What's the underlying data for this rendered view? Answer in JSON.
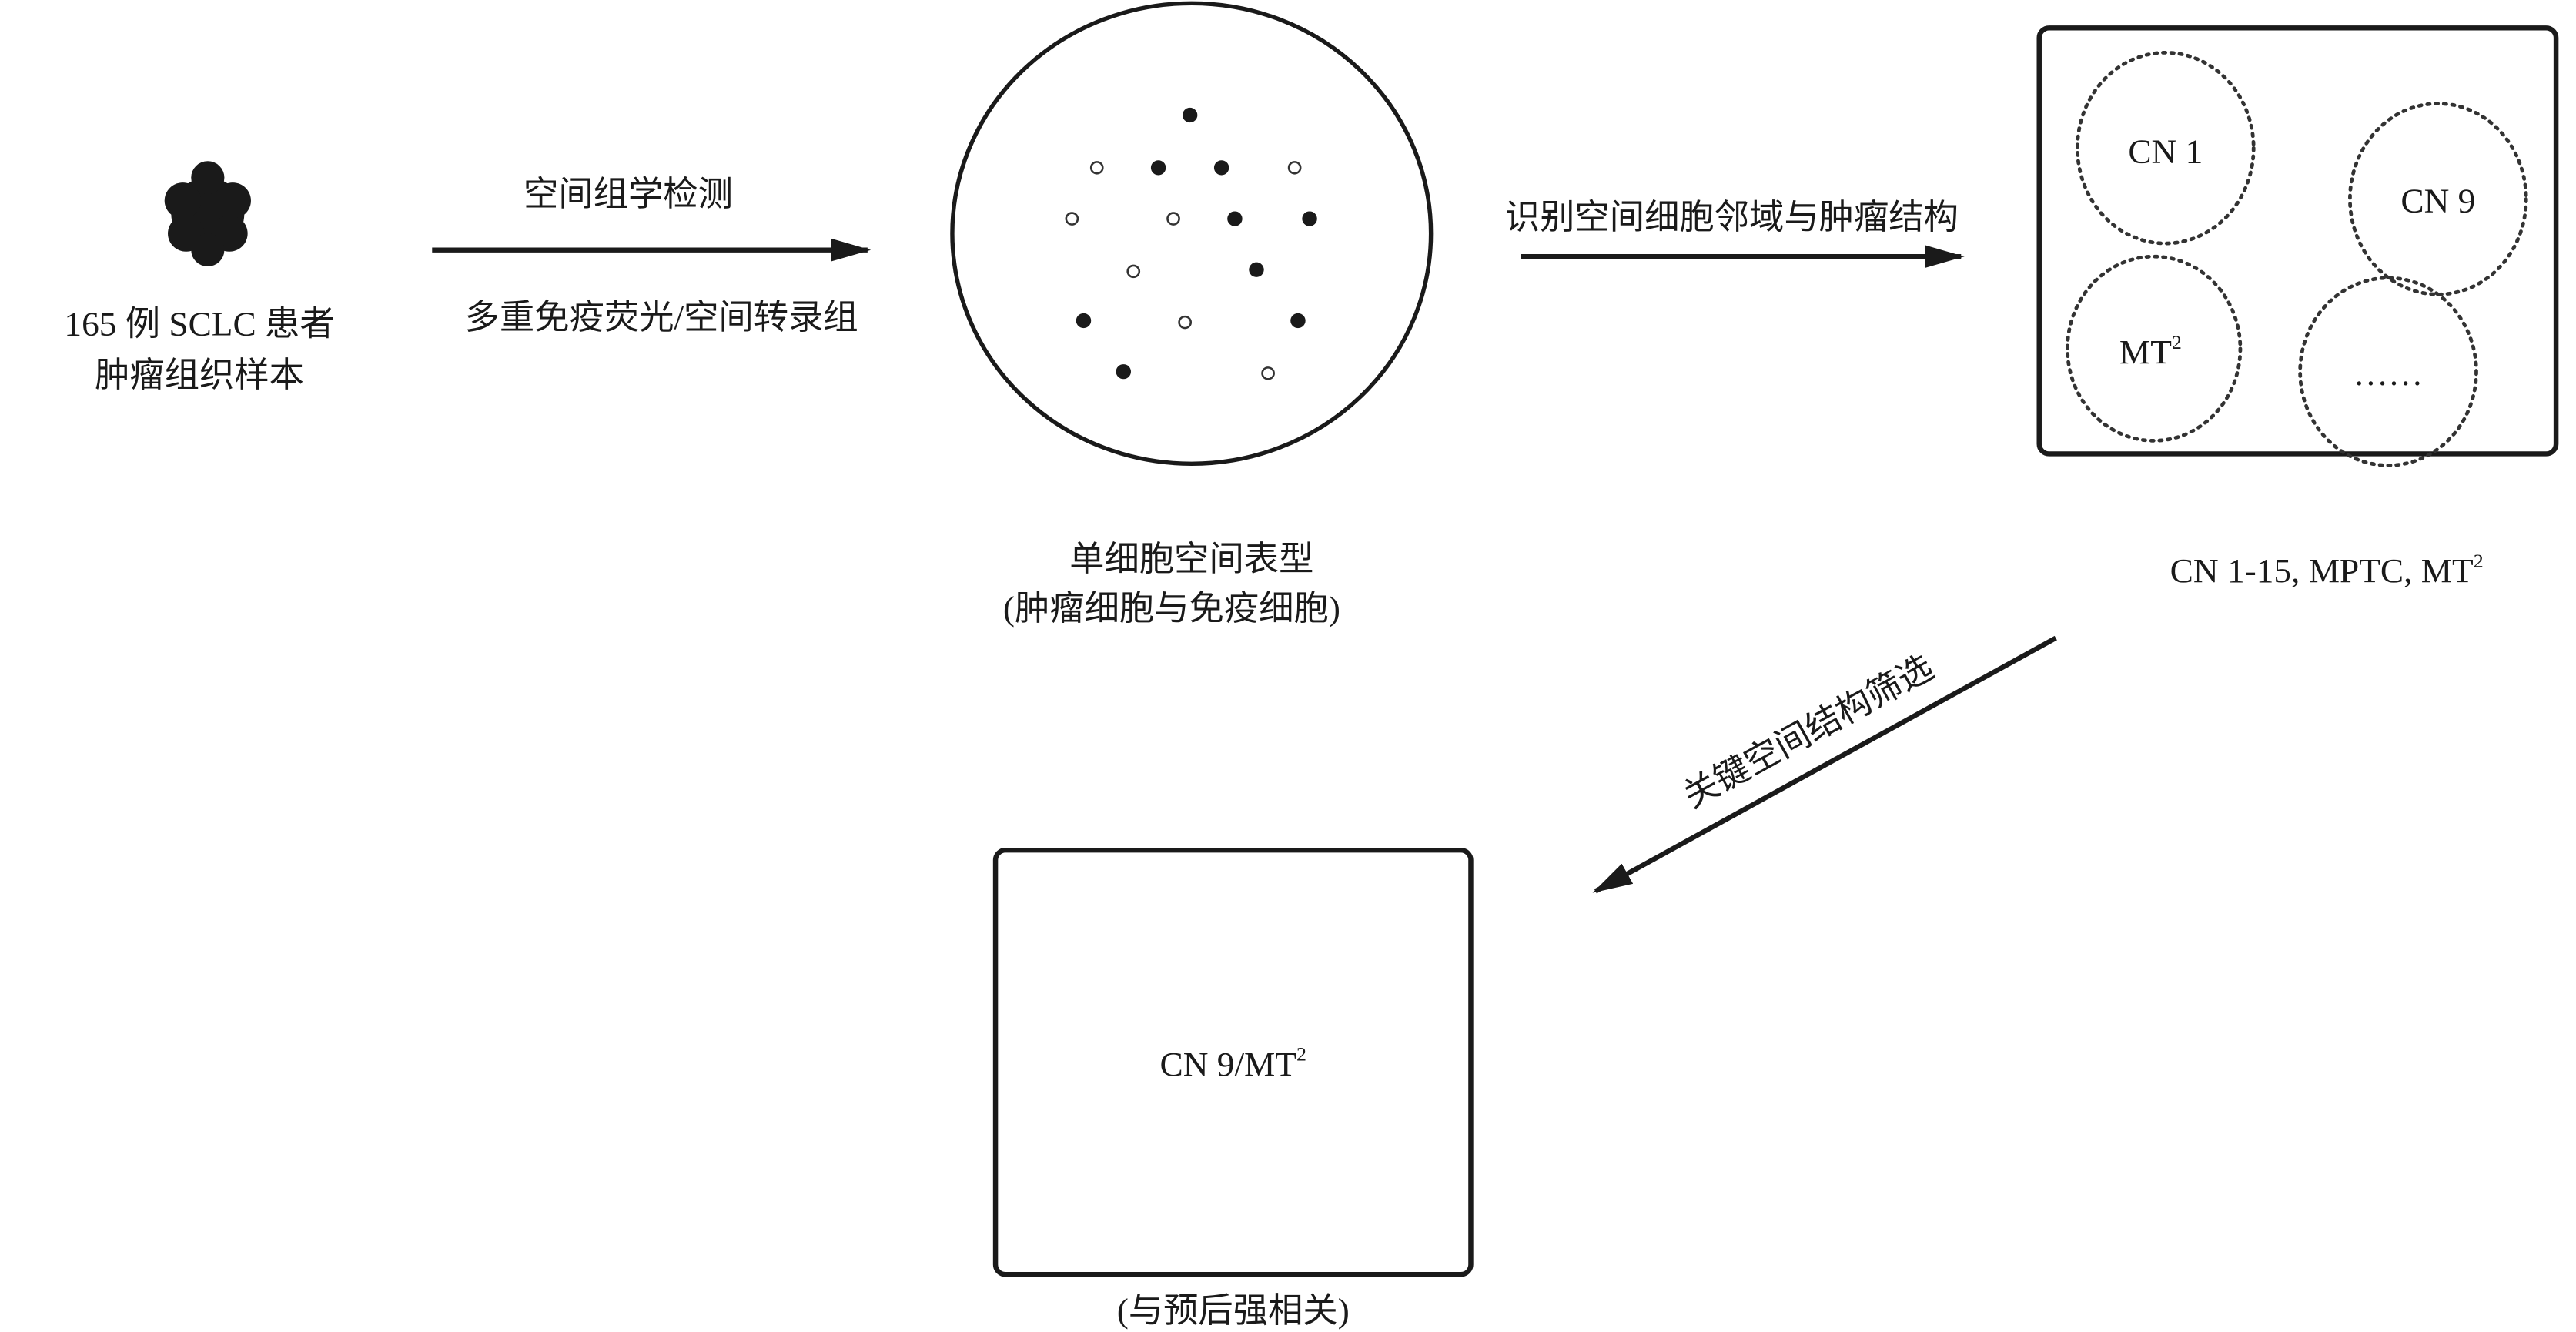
{
  "sample": {
    "line1": "165 例 SCLC 患者",
    "line2": "肿瘤组织样本"
  },
  "step1": {
    "top": "空间组学检测",
    "bottom": "多重免疫荧光/空间转录组"
  },
  "cells": {
    "caption1": "单细胞空间表型",
    "caption2": "(肿瘤细胞与免疫细胞)"
  },
  "step2": {
    "label": "识别空间细胞邻域与肿瘤结构"
  },
  "neighborhoods": {
    "cn1": "CN 1",
    "cn9": "CN 9",
    "mt": "MT",
    "mt_sup": "2",
    "more": "……",
    "summary": "CN 1-15, MPTC, MT",
    "summary_sup": "2"
  },
  "step3": {
    "label": "关键空间结构筛选"
  },
  "result": {
    "label": "CN 9/MT",
    "label_sup": "2",
    "caption": "(与预后强相关)"
  }
}
